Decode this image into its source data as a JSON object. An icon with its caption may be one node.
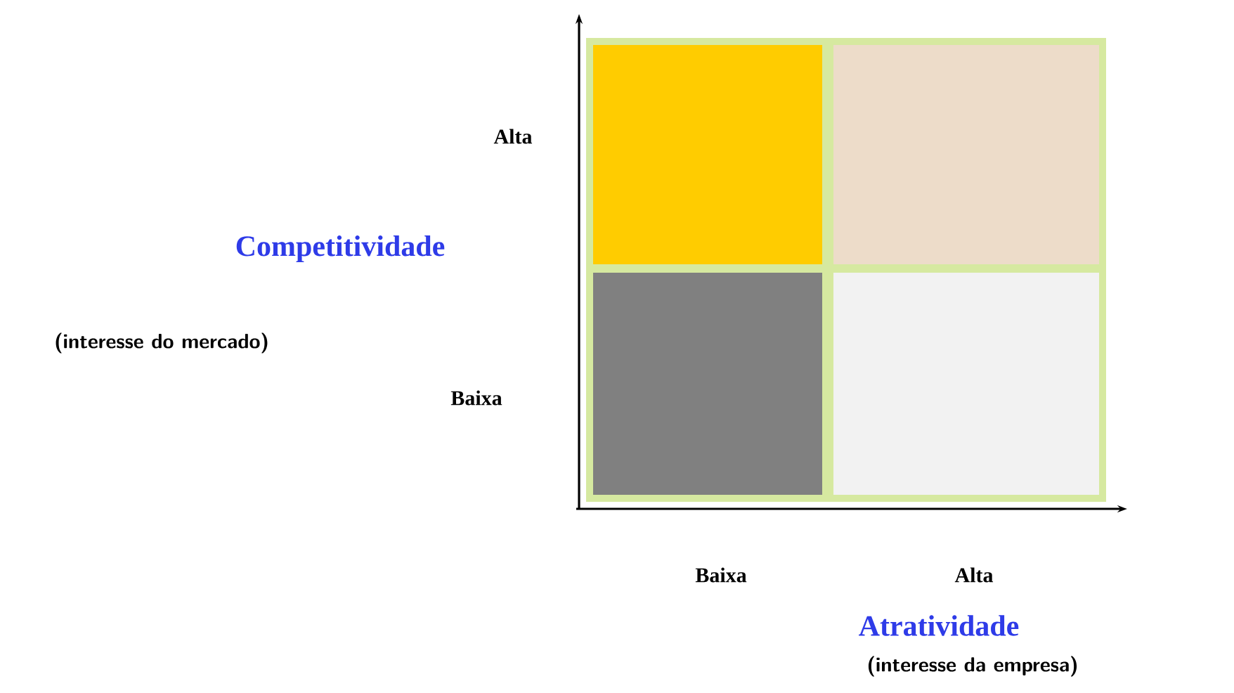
{
  "diagram": {
    "nodes": [
      {
        "text": [],
        "shape": "box"
      },
      {
        "text": [],
        "shape": "box"
      },
      {
        "text": [],
        "shape": "box"
      },
      {
        "text": [],
        "shape": "box"
      }
    ],
    "labels": [
      "Alta",
      "Competitividade",
      "(interesse do mercado)",
      "Baixa",
      "Baixa",
      "Alta",
      "Atratividade",
      "(interesse da empresa)"
    ]
  }
}
